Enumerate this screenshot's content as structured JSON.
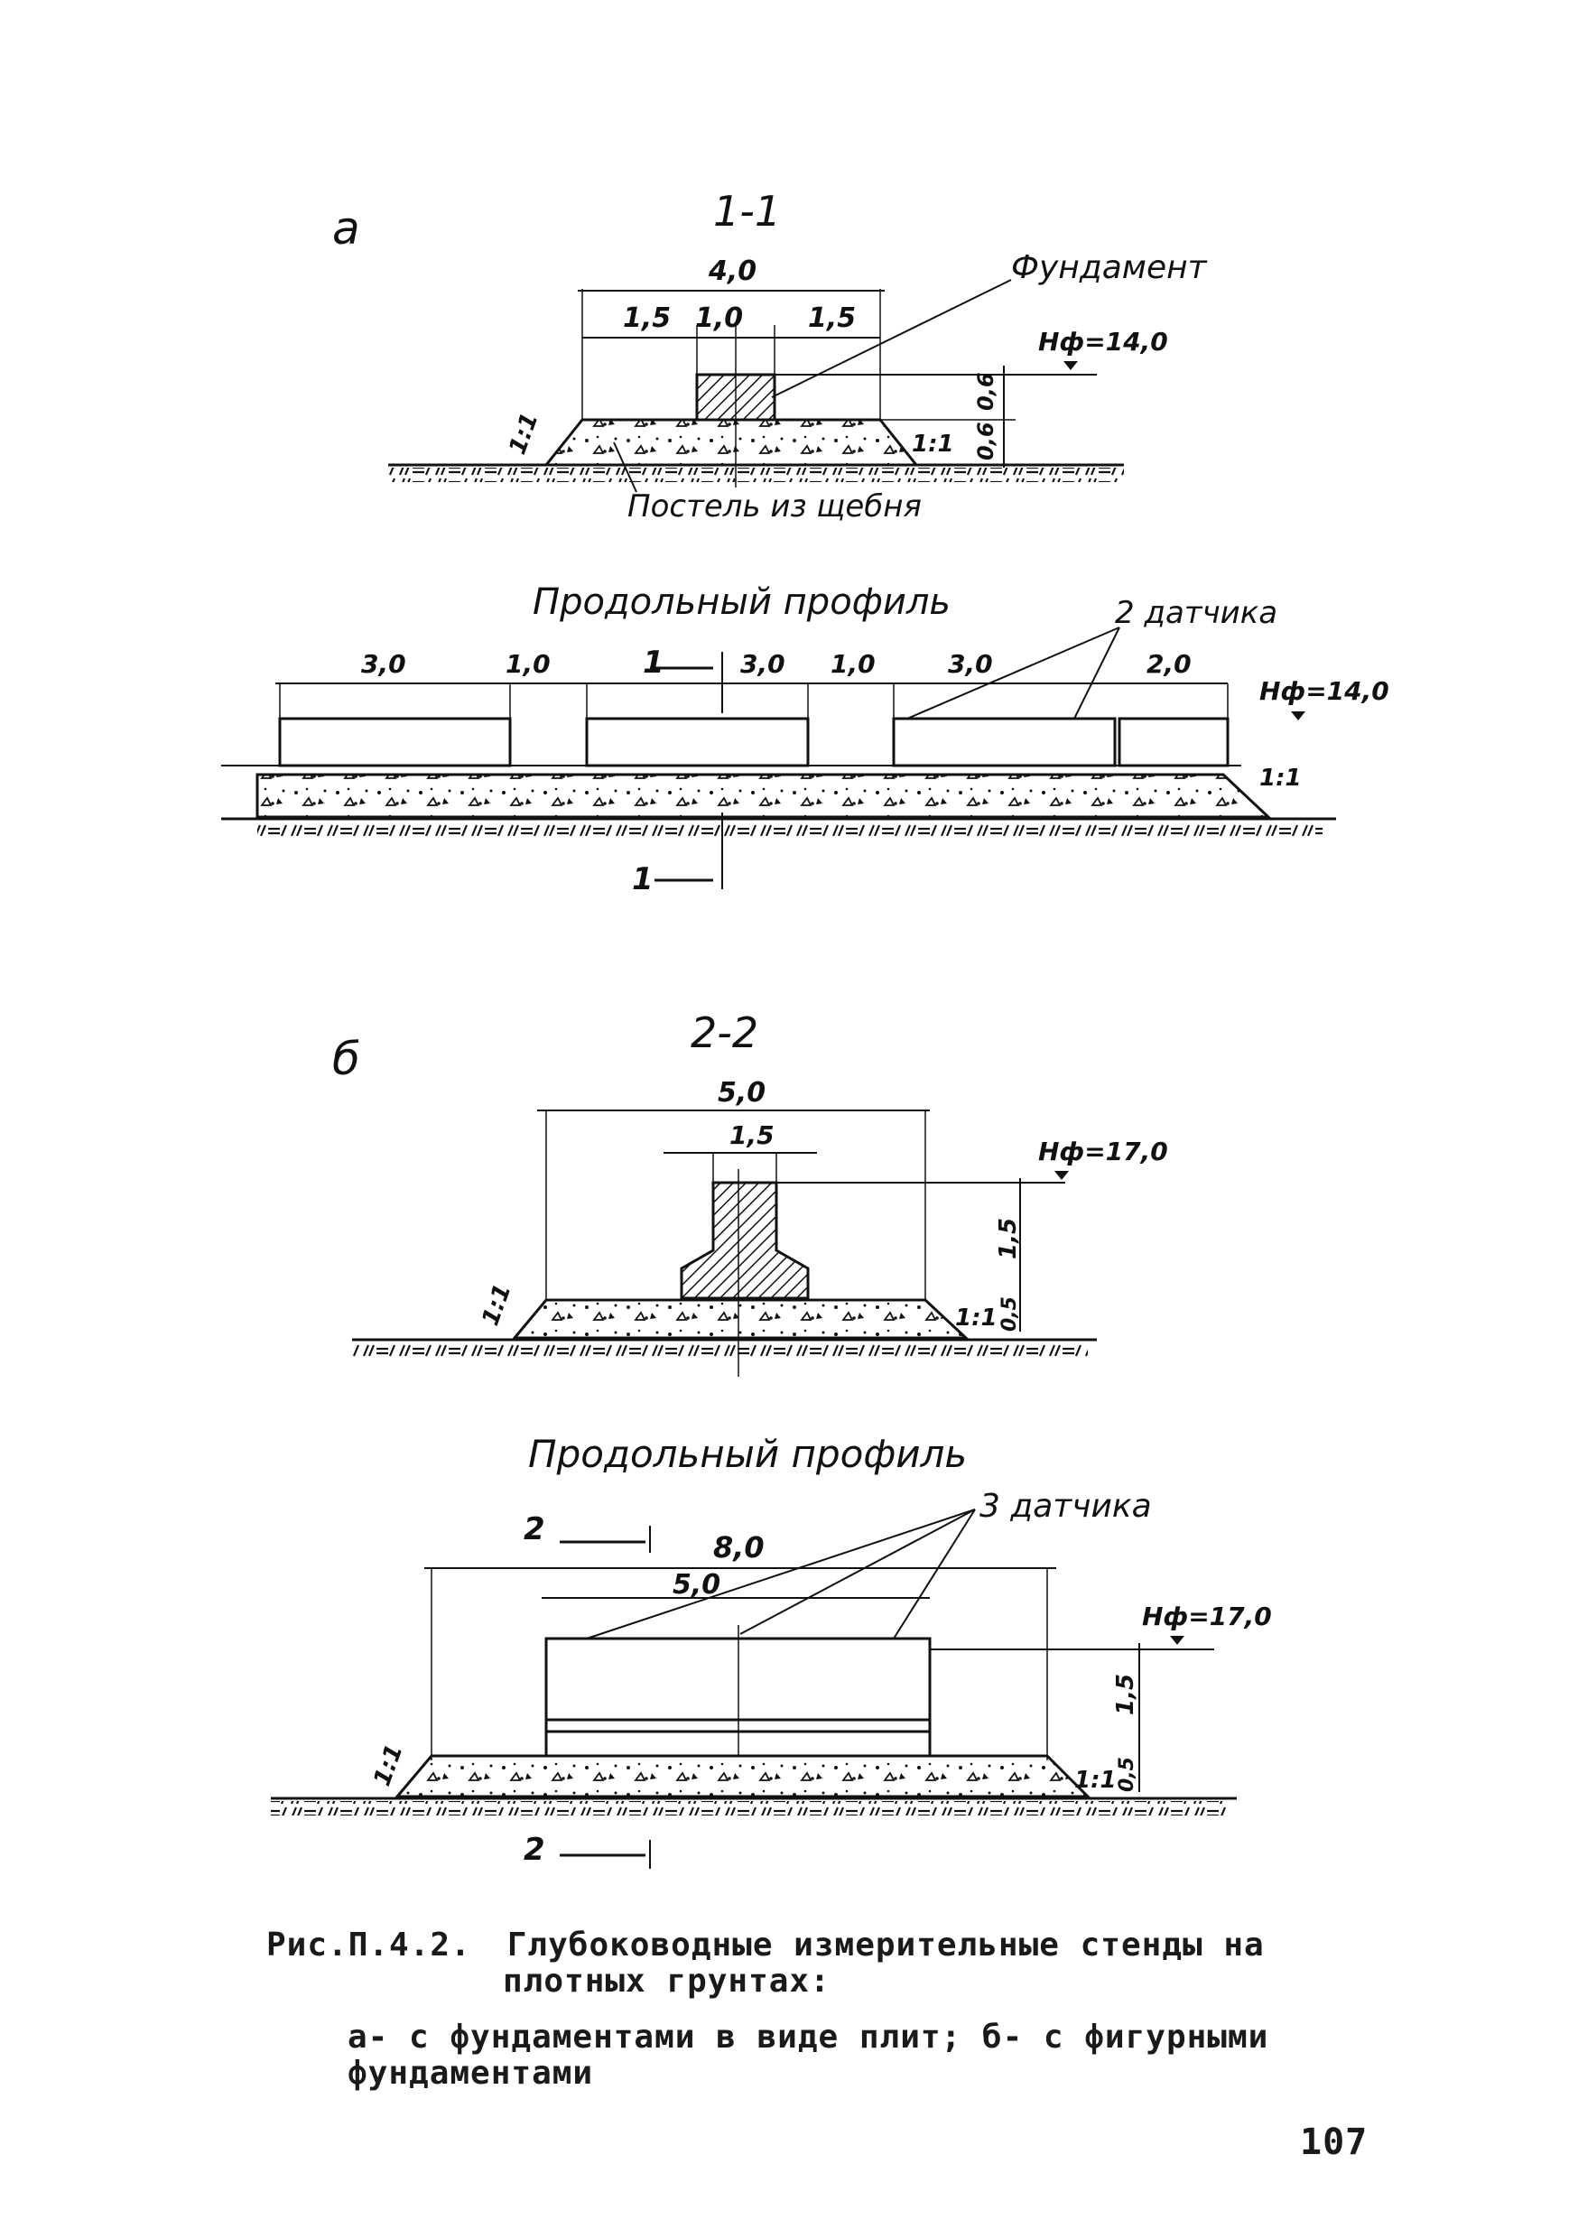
{
  "part_a": {
    "letter": "а",
    "section_title": "1-1",
    "dims": {
      "total": "4,0",
      "left": "1,5",
      "mid": "1,0",
      "right": "1,5",
      "h_found": "0,6",
      "h_bed": "0,6"
    },
    "slope": "1:1",
    "elevation": "Hф=14,0",
    "label_foundation": "Фундамент",
    "label_bed": "Постель из щебня",
    "profile_title": "Продольный профиль",
    "profile_dims": [
      "3,0",
      "1,0",
      "3,0",
      "1,0",
      "3,0",
      "2,0"
    ],
    "sensors": "2 датчика",
    "cut_mark": "1"
  },
  "part_b": {
    "letter": "б",
    "section_title": "2-2",
    "dims": {
      "total": "5,0",
      "top": "1,5",
      "h": "1,5",
      "h_bed": "0,5"
    },
    "slope": "1:1",
    "elevation": "Hф=17,0",
    "profile_title": "Продольный профиль",
    "profile_dims": {
      "total": "8,0",
      "inner": "5,0",
      "h": "1,5",
      "h_bed": "0,5"
    },
    "sensors": "3 датчика",
    "cut_mark": "2"
  },
  "caption": {
    "label": "Рис.П.4.2.",
    "line1": "Глубоководные измерительные стенды на",
    "line2": "плотных грунтах:",
    "line3": "а- с фундаментами в виде плит; б- с фигурными",
    "line4": "фундаментами"
  },
  "page_number": "107"
}
